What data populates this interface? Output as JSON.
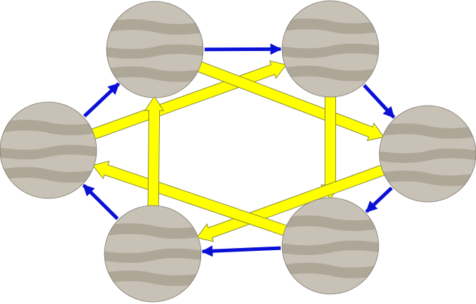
{
  "colors": {
    "background": "#ffffff",
    "planet_band_light": "#c7c1b6",
    "planet_band_dark": "#aea697",
    "planet_outline": "#7d776d",
    "blue_arrow": "#0a10d6",
    "yellow_arrow": "#ffff00",
    "yellow_arrow_outline": "#8a8a3a"
  },
  "diagram": {
    "nodes": [
      {
        "id": "left"
      },
      {
        "id": "top-left"
      },
      {
        "id": "top-right"
      },
      {
        "id": "right"
      },
      {
        "id": "bottom-right"
      },
      {
        "id": "bottom-left"
      }
    ],
    "cycle_edges": [
      {
        "from": "left",
        "to": "top-left",
        "color": "blue"
      },
      {
        "from": "top-left",
        "to": "top-right",
        "color": "blue"
      },
      {
        "from": "top-right",
        "to": "right",
        "color": "blue"
      },
      {
        "from": "right",
        "to": "bottom-right",
        "color": "blue"
      },
      {
        "from": "bottom-right",
        "to": "bottom-left",
        "color": "blue"
      },
      {
        "from": "bottom-left",
        "to": "left",
        "color": "blue"
      }
    ],
    "cross_edges": [
      {
        "from": "left",
        "to": "top-right",
        "color": "yellow"
      },
      {
        "from": "top-left",
        "to": "right",
        "color": "yellow"
      },
      {
        "from": "top-right",
        "to": "bottom-right",
        "color": "yellow"
      },
      {
        "from": "right",
        "to": "bottom-left",
        "color": "yellow"
      },
      {
        "from": "bottom-right",
        "to": "left",
        "color": "yellow"
      },
      {
        "from": "bottom-left",
        "to": "top-left",
        "color": "yellow"
      }
    ]
  }
}
